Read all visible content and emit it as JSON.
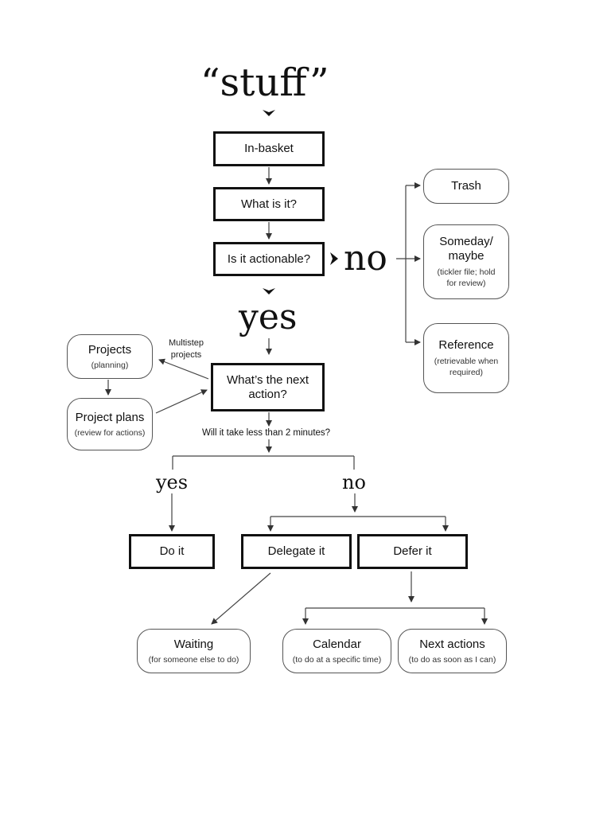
{
  "stuff": "“stuff”",
  "nodes": {
    "in_basket": "In-basket",
    "what_is_it": "What is it?",
    "is_actionable": "Is it actionable?",
    "next_action": "What’s the next action?",
    "do_it": "Do it",
    "delegate_it": "Delegate it",
    "defer_it": "Defer it"
  },
  "not_actionable": {
    "trash": {
      "title": "Trash"
    },
    "someday": {
      "title": "Someday/ maybe",
      "sub": "(tickler file; hold for review)"
    },
    "reference": {
      "title": "Reference",
      "sub": "(retrievable when required)"
    }
  },
  "projects": {
    "title": "Projects",
    "sub": "(planning)"
  },
  "project_plans": {
    "title": "Project plans",
    "sub": "(review for actions)"
  },
  "multistep_label": "Multistep projects",
  "yes_label": "yes",
  "no_label": "no",
  "two_minute_question": "Will it take less than 2 minutes?",
  "two_min_yes": "yes",
  "two_min_no": "no",
  "outcomes": {
    "waiting": {
      "title": "Waiting",
      "sub": "(for someone else to do)"
    },
    "calendar": {
      "title": "Calendar",
      "sub": "(to do at a specific time)"
    },
    "next_actions": {
      "title": "Next actions",
      "sub": "(to do as soon as I can)"
    }
  }
}
